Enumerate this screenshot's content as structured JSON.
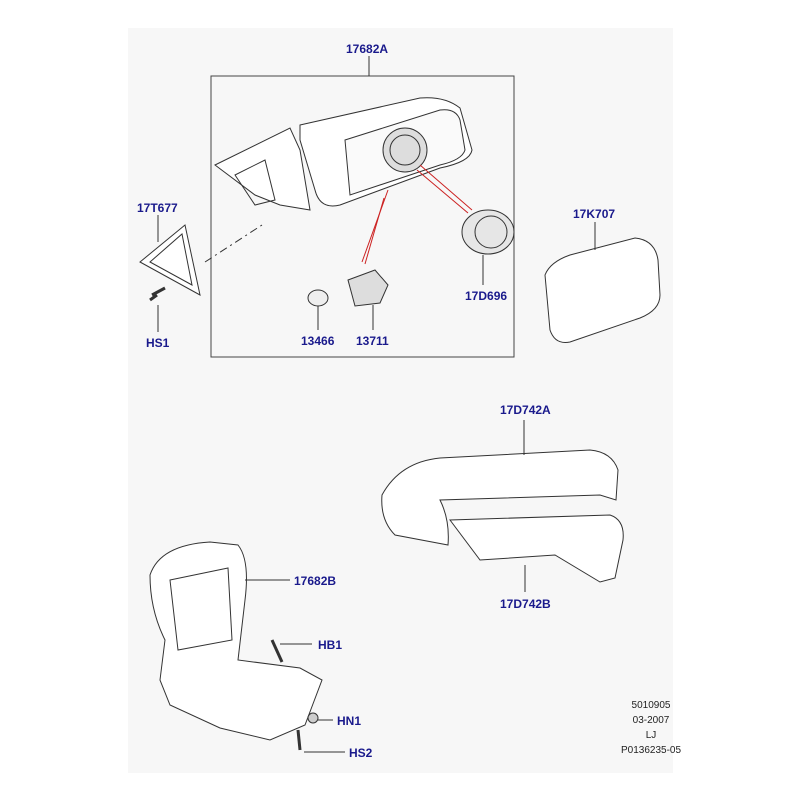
{
  "callouts": {
    "assembly": "17682A",
    "gasket": "17T677",
    "screw_hs1": "HS1",
    "bulb": "13466",
    "lamp": "13711",
    "motor": "17D696",
    "glass": "17K707",
    "cover": "17D742A",
    "cover_trim": "17D742B",
    "base": "17682B",
    "bolt_hb1": "HB1",
    "nut_hn1": "HN1",
    "screw_hs2": "HS2"
  },
  "meta": {
    "line1": "5010905",
    "line2": "03-2007",
    "line3": "LJ",
    "line4": "P0136235-05"
  },
  "colors": {
    "label": "#1a1a8c",
    "guide": "#cc2222",
    "line": "#333333"
  }
}
